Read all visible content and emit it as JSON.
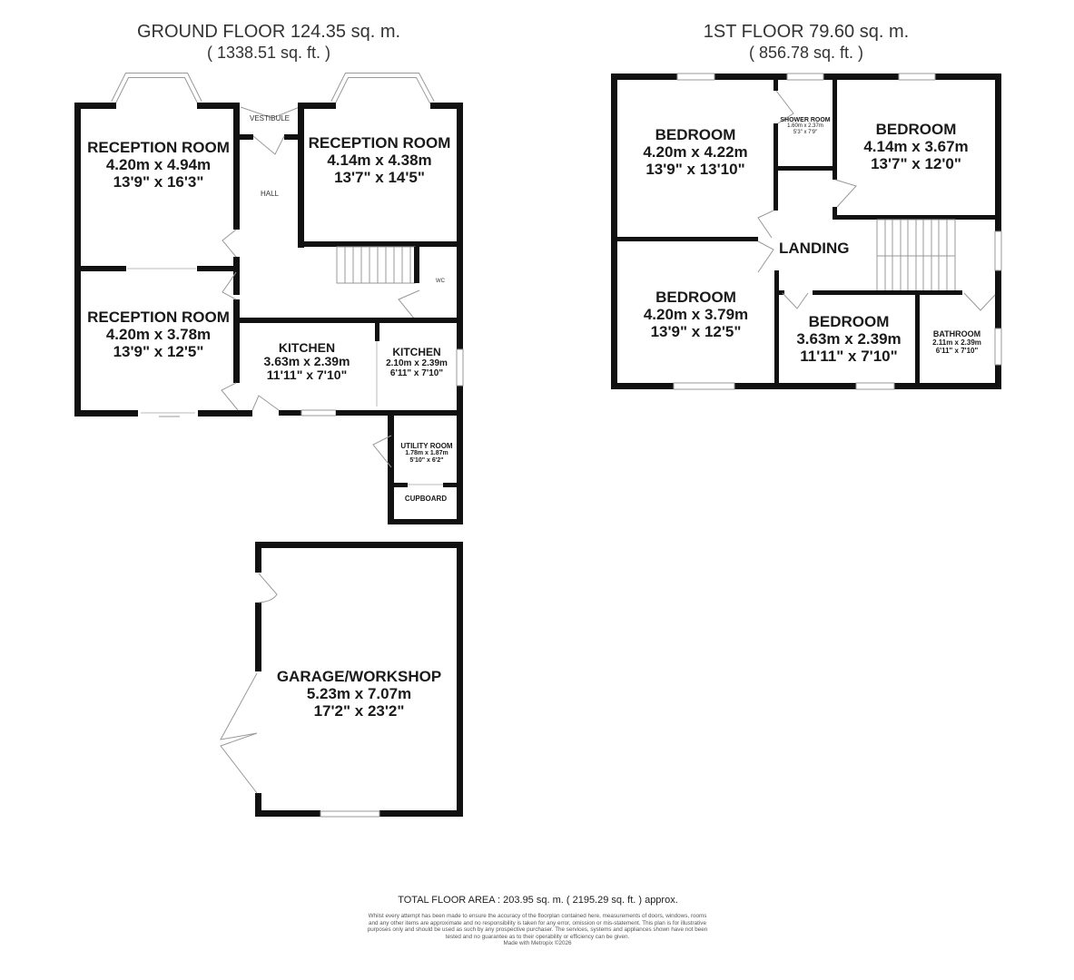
{
  "ground_floor": {
    "title": "GROUND FLOOR 124.35 sq. m.",
    "subtitle": "( 1338.51 sq. ft. )",
    "rooms": [
      {
        "name": "RECEPTION ROOM",
        "metric": "4.20m x 4.94m",
        "imperial": "13'9\" x 16'3\""
      },
      {
        "name": "RECEPTION ROOM",
        "metric": "4.14m x 4.38m",
        "imperial": "13'7\" x 14'5\""
      },
      {
        "name": "RECEPTION ROOM",
        "metric": "4.20m x 3.78m",
        "imperial": "13'9\" x 12'5\""
      },
      {
        "name": "KITCHEN",
        "metric": "3.63m x 2.39m",
        "imperial": "11'11\" x 7'10\""
      },
      {
        "name": "KITCHEN",
        "metric": "2.10m x 2.39m",
        "imperial": "6'11\" x 7'10\""
      },
      {
        "name": "UTILITY ROOM",
        "metric": "1.78m x 1.87m",
        "imperial": "5'10\" x 6'2\""
      },
      {
        "name": "CUPBOARD"
      },
      {
        "name": "VESTIBULE"
      },
      {
        "name": "HALL"
      },
      {
        "name": "WC"
      },
      {
        "name": "GARAGE/WORKSHOP",
        "metric": "5.23m x 7.07m",
        "imperial": "17'2\" x 23'2\""
      }
    ]
  },
  "first_floor": {
    "title": "1ST FLOOR 79.60 sq. m.",
    "subtitle": "( 856.78 sq. ft. )",
    "rooms": [
      {
        "name": "BEDROOM",
        "metric": "4.20m x 4.22m",
        "imperial": "13'9\" x 13'10\""
      },
      {
        "name": "SHOWER ROOM",
        "metric": "1.60m x 2.37m",
        "imperial": "5'3\" x 7'9\""
      },
      {
        "name": "BEDROOM",
        "metric": "4.14m x 3.67m",
        "imperial": "13'7\" x 12'0\""
      },
      {
        "name": "LANDING"
      },
      {
        "name": "BEDROOM",
        "metric": "4.20m x 3.79m",
        "imperial": "13'9\" x 12'5\""
      },
      {
        "name": "BEDROOM",
        "metric": "3.63m x 2.39m",
        "imperial": "11'11\" x 7'10\""
      },
      {
        "name": "BATHROOM",
        "metric": "2.11m x 2.39m",
        "imperial": "6'11\" x 7'10\""
      }
    ]
  },
  "footer": {
    "total": "TOTAL FLOOR AREA : 203.95 sq. m. ( 2195.29 sq. ft. ) approx.",
    "disclaimer": "Whilst every attempt has been made to ensure the accuracy of the floorplan contained here, measurements of doors, windows, rooms and any other items are approximate and no responsibility is taken for any error, omission or mis-statement. This plan is for illustrative purposes only and should be used as such by any prospective purchaser. The services, systems and appliances shown have not been tested and no guarantee as to their operability or efficiency can be given.",
    "credit": "Made with Metropix ©2026"
  },
  "colors": {
    "wall": "#111111",
    "fixture": "#999999",
    "background": "#ffffff"
  }
}
